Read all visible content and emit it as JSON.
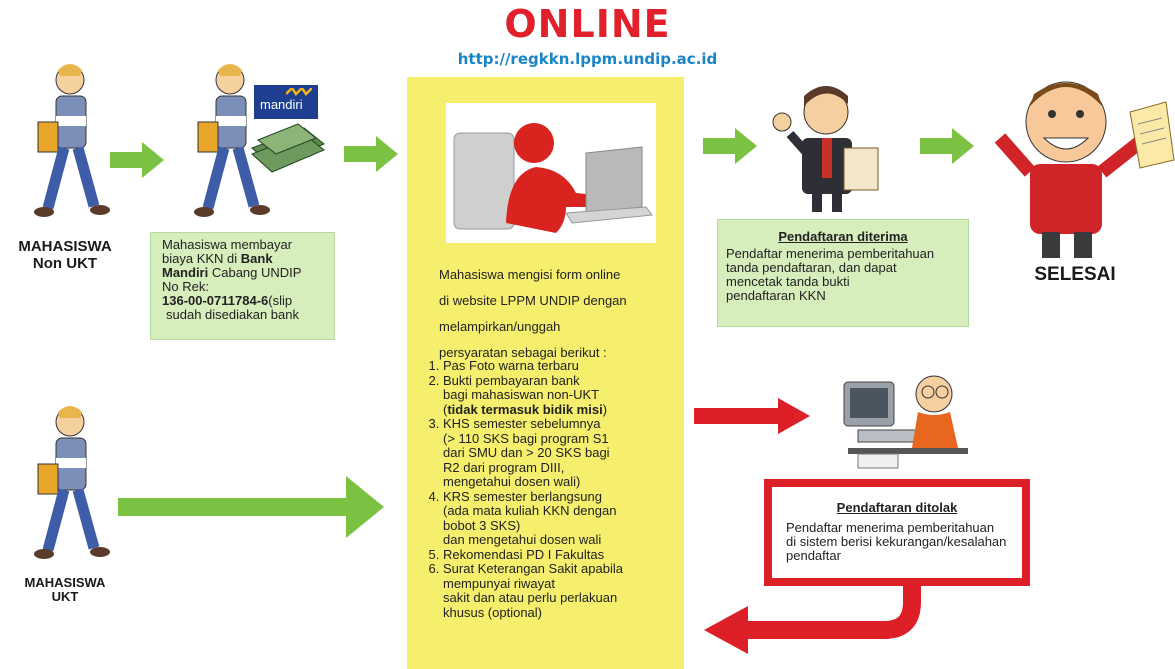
{
  "header": {
    "title": "ONLINE",
    "url": "http://regkkn.lppm.undip.ac.id"
  },
  "students": {
    "non_ukt_label_1": "MAHASISWA",
    "non_ukt_label_2": "Non UKT",
    "ukt_label_1": "MAHASISWA",
    "ukt_label_2": "UKT"
  },
  "bank_logo": "mandiri",
  "payment_box": {
    "line1": "Mahasiswa membayar",
    "line2_pre": "biaya KKN di ",
    "line2_bold": "Bank",
    "line3_bold": "Mandiri",
    "line3_post": " Cabang UNDIP",
    "line4": "No Rek:",
    "line5_bold": "136-00-0711784-6",
    "line5_post": "(slip",
    "line6": "sudah disediakan bank"
  },
  "form_box": {
    "intro_1": "Mahasiswa mengisi form online",
    "intro_2": "di website LPPM UNDIP dengan",
    "intro_3": "melampirkan/unggah",
    "intro_4": "persyaratan sebagai berikut :",
    "items": [
      {
        "lines": [
          "Pas Foto warna terbaru"
        ]
      },
      {
        "lines": [
          "Bukti pembayaran bank",
          "bagi mahasiswan non-UKT"
        ],
        "open": "(",
        "bold": "tidak termasuk bidik misi",
        "close": ")"
      },
      {
        "lines": [
          "KHS semester sebelumnya",
          "(> 110 SKS bagi program S1",
          "dari SMU dan > 20 SKS bagi",
          "R2 dari program DIII,",
          "mengetahui dosen wali)"
        ]
      },
      {
        "lines": [
          "KRS semester berlangsung",
          "(ada mata kuliah KKN dengan",
          "bobot 3 SKS)",
          "dan mengetahui dosen wali"
        ]
      },
      {
        "lines": [
          "Rekomendasi PD I Fakultas"
        ]
      },
      {
        "lines": [
          "Surat Keterangan Sakit apabila",
          "mempunyai riwayat",
          "sakit dan atau perlu perlakuan",
          "khusus (optional)"
        ]
      }
    ]
  },
  "accepted_box": {
    "heading": "Pendaftaran diterima",
    "line1": "Pendaftar menerima pemberitahuan",
    "line2": "tanda pendaftaran, dan dapat",
    "line3": "mencetak tanda bukti",
    "line4": "pendaftaran KKN"
  },
  "done_label": "SELESAI",
  "rejected_box": {
    "heading": "Pendaftaran ditolak",
    "line1": "Pendaftar menerima pemberitahuan",
    "line2": "di sistem berisi kekurangan/kesalahan",
    "line3": "pendaftar"
  },
  "colors": {
    "green_arrow": "#7bc142",
    "red_arrow": "#dd2027",
    "yellow": "#f6ef6e",
    "green_box": "#d6edbc",
    "title_red": "#e0202a",
    "url_blue": "#1a86c8"
  }
}
